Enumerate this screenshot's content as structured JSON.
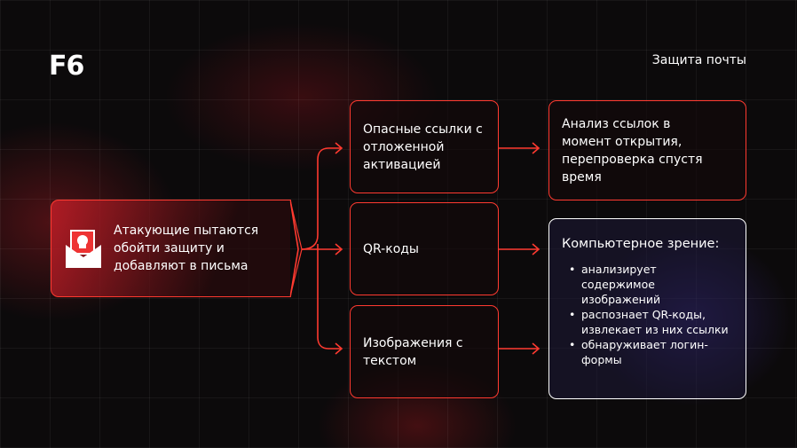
{
  "logo": "F6",
  "section_title": "Защита почты",
  "source": {
    "text": "Атакующие пытаются обойти защиту и добавляют в письма",
    "icon": "envelope-skull-icon"
  },
  "threats": [
    {
      "label": "Опасные ссылки с отложенной активацией"
    },
    {
      "label": "QR-коды"
    },
    {
      "label": "Изображения с текстом"
    }
  ],
  "defenses": [
    {
      "label": "Анализ ссылок в момент открытия, перепроверка спустя время"
    },
    {
      "title": "Компьютерное зрение:",
      "items": [
        "анализирует содержимое изображений",
        "распознает QR-коды, извлекает из них ссылки",
        "обнаруживает логин-формы"
      ]
    }
  ],
  "colors": {
    "accent": "#ff3a30",
    "highlight": "#ffffff"
  }
}
